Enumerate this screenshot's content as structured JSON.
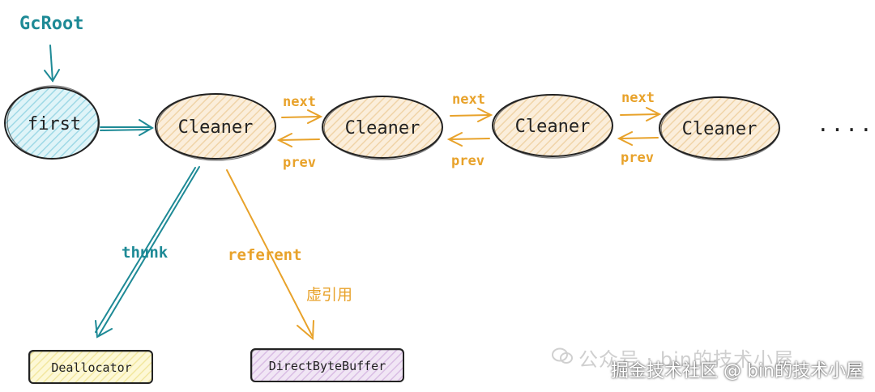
{
  "diagram": {
    "root_label": "GcRoot",
    "first_label": "first",
    "cleaner_label": "Cleaner",
    "edge_next": "next",
    "edge_prev": "prev",
    "ellipsis": "....",
    "thunk_label": "thunk",
    "referent_label": "referent",
    "phantom_label": "虚引用",
    "deallocator_label": "Deallocator",
    "buffer_label": "DirectByteBuffer"
  },
  "colors": {
    "teal": "#1e8a96",
    "orange": "#e8a22a",
    "first_fill": "#bfe8f0",
    "cleaner_fill": "#f6e3c6",
    "deallocator_fill": "#fbf4c4",
    "buffer_fill": "#e8d6ef",
    "outline": "#222222"
  },
  "watermark": {
    "gzh_text": "公众号 · bin的技术小屋",
    "juejin_text": "掘金技术社区 @ bin的技术小屋"
  }
}
